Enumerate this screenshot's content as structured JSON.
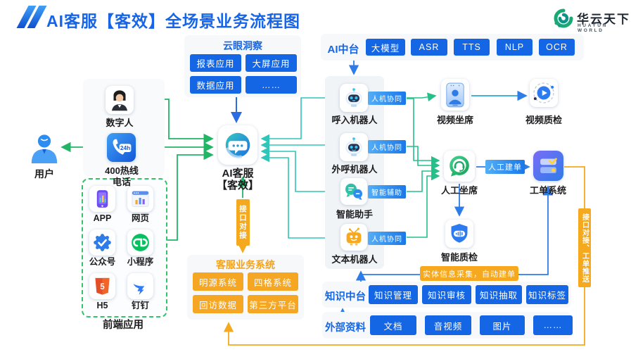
{
  "header": {
    "title": "AI客服【客效】全场景业务流程图",
    "brand": "华云天下",
    "brand_en": "HUAYUN WORLD"
  },
  "ai_platform": {
    "label": "AI中台",
    "items": [
      "大模型",
      "ASR",
      "TTS",
      "NLP",
      "OCR"
    ]
  },
  "cloud_eye": {
    "title": "云眼洞察",
    "items": [
      "报表应用",
      "大屏应用",
      "数据应用",
      "……"
    ]
  },
  "left": {
    "user": "用户",
    "digital_human": "数字人",
    "hotline_line1": "400热线",
    "hotline_line2": "电话",
    "hotline_badge": "24h"
  },
  "frontend": {
    "title": "前端应用",
    "items": [
      "APP",
      "网页",
      "公众号",
      "小程序",
      "H5",
      "钉钉"
    ]
  },
  "ai_service": {
    "line1": "AI客服",
    "line2": "【客效】"
  },
  "badges": {
    "interface_left": "接口对接",
    "interface_right": "接口对接、工单推送",
    "manual_ticket": "人工建单",
    "auto_ticket": "实体信息采集，自动建单"
  },
  "biz_system": {
    "title": "客服业务系统",
    "items": [
      "明源系统",
      "四格系统",
      "回访数据",
      "第三方平台"
    ]
  },
  "robots": {
    "items": [
      {
        "name": "呼入机器人",
        "tag": "人机协同"
      },
      {
        "name": "外呼机器人",
        "tag": "人机协同"
      },
      {
        "name": "智能助手",
        "tag": "智能辅助"
      },
      {
        "name": "文本机器人",
        "tag": "人机协同"
      }
    ]
  },
  "right": {
    "video_agent": "视频坐席",
    "video_qc": "视频质检",
    "human_agent": "人工坐席",
    "ticket_system": "工单系统",
    "smart_qc": "智能质检"
  },
  "knowledge": {
    "label": "知识中台",
    "items": [
      "知识管理",
      "知识审核",
      "知识抽取",
      "知识标签"
    ]
  },
  "external": {
    "label": "外部资料",
    "items": [
      "文档",
      "音视频",
      "图片",
      "……"
    ]
  },
  "colors": {
    "primary_blue": "#1566e4",
    "orange": "#f5a623",
    "green": "#22b566",
    "teal": "#2fc6b7",
    "link_blue": "#2e7ce8"
  }
}
